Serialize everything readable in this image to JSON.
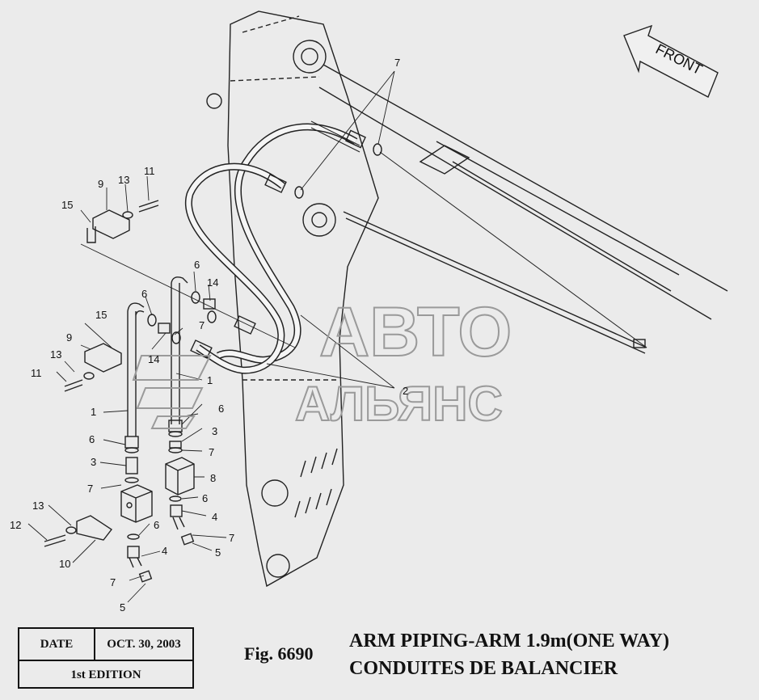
{
  "front_label": "FRONT",
  "watermark": {
    "line1": "АВТО",
    "line2": "АЛЬЯНС"
  },
  "callouts": [
    {
      "id": "c7a",
      "text": "7"
    },
    {
      "id": "c15a",
      "text": "15"
    },
    {
      "id": "c9a",
      "text": "9"
    },
    {
      "id": "c13a",
      "text": "13"
    },
    {
      "id": "c11a",
      "text": "11"
    },
    {
      "id": "c6a",
      "text": "6"
    },
    {
      "id": "c14a",
      "text": "14"
    },
    {
      "id": "c6b",
      "text": "6"
    },
    {
      "id": "c7b",
      "text": "7"
    },
    {
      "id": "c15b",
      "text": "15"
    },
    {
      "id": "c9b",
      "text": "9"
    },
    {
      "id": "c14b",
      "text": "14"
    },
    {
      "id": "c13b",
      "text": "13"
    },
    {
      "id": "c11b",
      "text": "11"
    },
    {
      "id": "c1a",
      "text": "1"
    },
    {
      "id": "c1b",
      "text": "1"
    },
    {
      "id": "c2",
      "text": "2"
    },
    {
      "id": "c6c",
      "text": "6"
    },
    {
      "id": "c3a",
      "text": "3"
    },
    {
      "id": "c6d",
      "text": "6"
    },
    {
      "id": "c7c",
      "text": "7"
    },
    {
      "id": "c3b",
      "text": "3"
    },
    {
      "id": "c8",
      "text": "8"
    },
    {
      "id": "c7d",
      "text": "7"
    },
    {
      "id": "c6e",
      "text": "6"
    },
    {
      "id": "c4a",
      "text": "4"
    },
    {
      "id": "c13c",
      "text": "13"
    },
    {
      "id": "c12",
      "text": "12"
    },
    {
      "id": "c10",
      "text": "10"
    },
    {
      "id": "c6f",
      "text": "6"
    },
    {
      "id": "c4b",
      "text": "4"
    },
    {
      "id": "c7e",
      "text": "7"
    },
    {
      "id": "c5a",
      "text": "5"
    },
    {
      "id": "c7f",
      "text": "7"
    },
    {
      "id": "c5b",
      "text": "5"
    }
  ],
  "titleblock": {
    "date_label": "DATE",
    "date_value": "OCT. 30, 2003",
    "edition": "1st EDITION",
    "fig": "Fig. 6690",
    "title_en": "ARM PIPING-ARM 1.9m(ONE WAY)",
    "title_fr": "CONDUITES DE BALANCIER"
  }
}
